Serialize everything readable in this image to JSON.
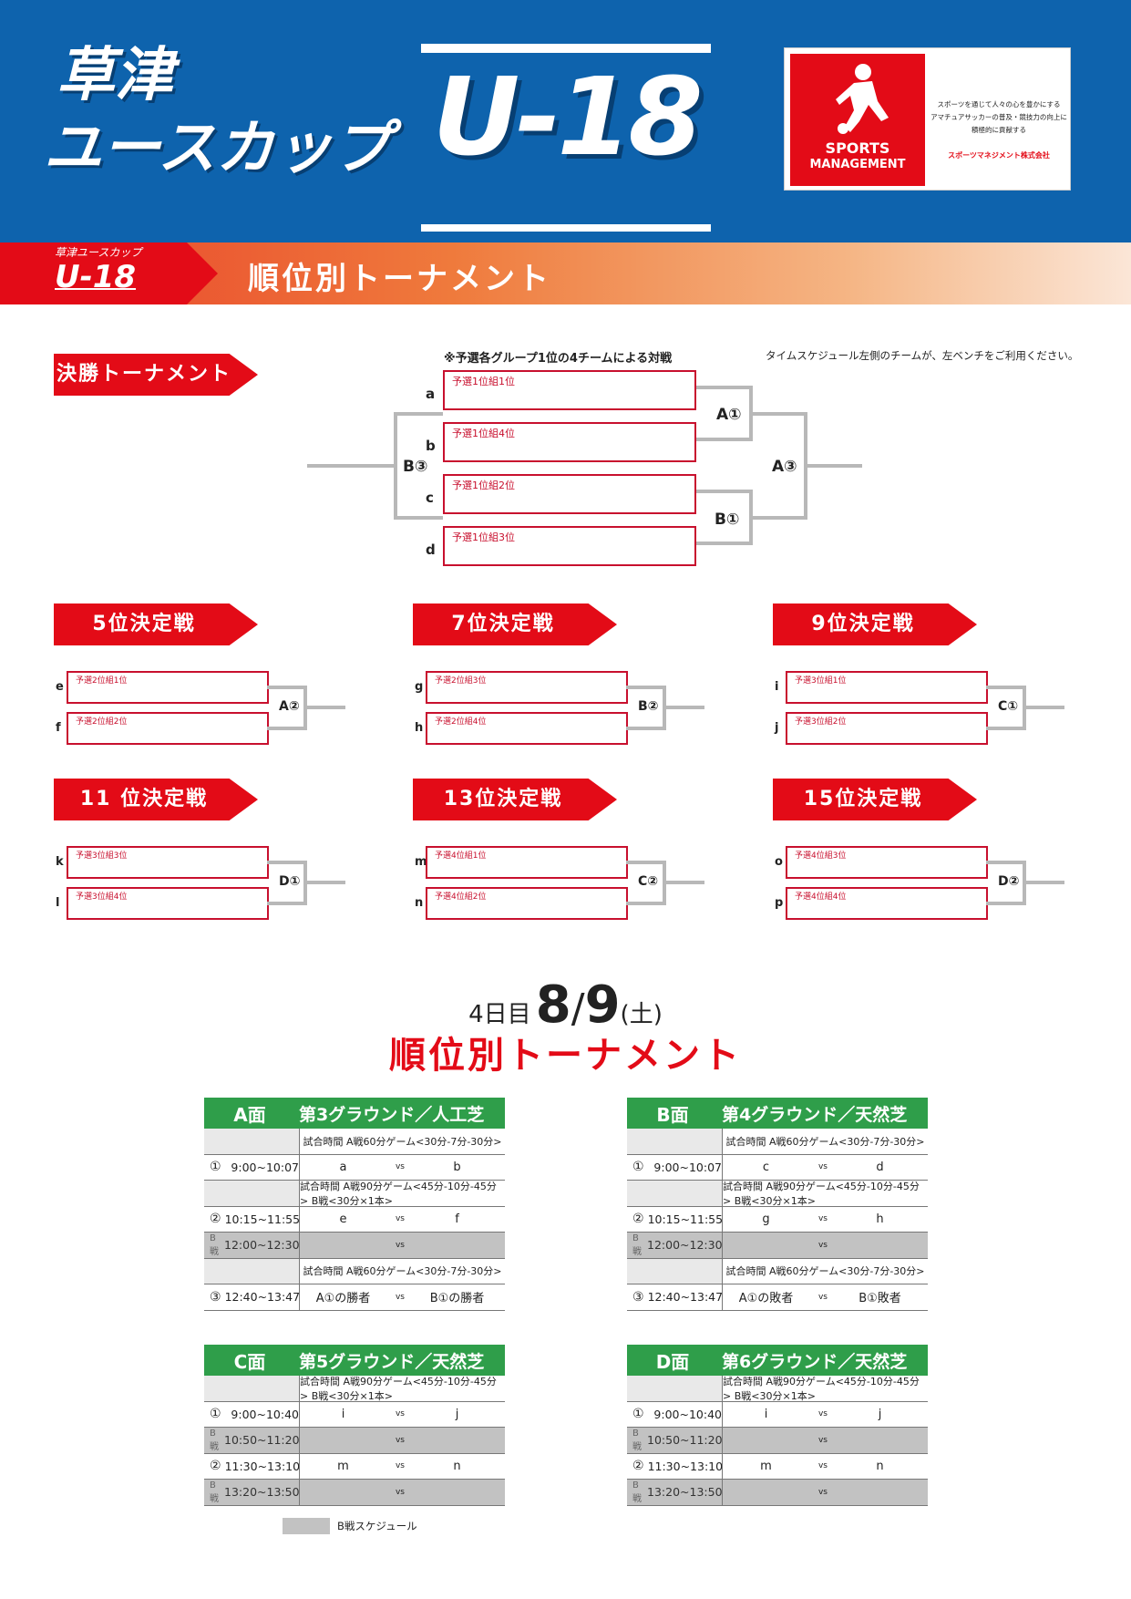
{
  "header": {
    "title_line1": "草津",
    "title_line2": "ユースカップ",
    "u18": "U-18",
    "sponsor": {
      "logo_word1": "SPORTS",
      "logo_word2": "MANAGEMENT",
      "desc_line1": "スポーツを通じて人々の心を豊かにする",
      "desc_line2": "アマチュアサッカーの普及・競技力の向上に",
      "desc_line3": "積極的に貢献する",
      "company": "スポーツマネジメント株式会社"
    }
  },
  "band": {
    "small": "草津ユースカップ",
    "big": "U-18",
    "heading": "順位別トーナメント"
  },
  "final": {
    "tag": "決勝トーナメント",
    "note1": "※予選各グループ1位の4チームによる対戦",
    "note2": "タイムスケジュール左側のチームが、左ベンチをご利用ください。",
    "teams": [
      {
        "letter": "a",
        "label": "予選1位組1位"
      },
      {
        "letter": "b",
        "label": "予選1位組4位"
      },
      {
        "letter": "c",
        "label": "予選1位組2位"
      },
      {
        "letter": "d",
        "label": "予選1位組3位"
      }
    ],
    "codes": {
      "ab": "A①",
      "cd": "B①",
      "final": "A③",
      "third": "B③"
    }
  },
  "playoffs": [
    {
      "tag": "5位決定戦",
      "code": "A②",
      "teams": [
        {
          "letter": "e",
          "label": "予選2位組1位"
        },
        {
          "letter": "f",
          "label": "予選2位組2位"
        }
      ]
    },
    {
      "tag": "7位決定戦",
      "code": "B②",
      "teams": [
        {
          "letter": "g",
          "label": "予選2位組3位"
        },
        {
          "letter": "h",
          "label": "予選2位組4位"
        }
      ]
    },
    {
      "tag": "9位決定戦",
      "code": "C①",
      "teams": [
        {
          "letter": "i",
          "label": "予選3位組1位"
        },
        {
          "letter": "j",
          "label": "予選3位組2位"
        }
      ]
    },
    {
      "tag": "11 位決定戦",
      "code": "D①",
      "teams": [
        {
          "letter": "k",
          "label": "予選3位組3位"
        },
        {
          "letter": "l",
          "label": "予選3位組4位"
        }
      ]
    },
    {
      "tag": "13位決定戦",
      "code": "C②",
      "teams": [
        {
          "letter": "m",
          "label": "予選4位組1位"
        },
        {
          "letter": "n",
          "label": "予選4位組2位"
        }
      ]
    },
    {
      "tag": "15位決定戦",
      "code": "D②",
      "teams": [
        {
          "letter": "o",
          "label": "予選4位組3位"
        },
        {
          "letter": "p",
          "label": "予選4位組4位"
        }
      ]
    }
  ],
  "day": {
    "prefix": "4日目",
    "month": "8",
    "slash": "/",
    "date": "9",
    "weekday": "(土)",
    "subtitle": "順位別トーナメント"
  },
  "fields": [
    {
      "name": "A面",
      "ground": "第3グラウンド／人工芝",
      "rows": [
        {
          "kind": "info",
          "text": "試合時間 A戦60分ゲーム<30分-7分-30分>"
        },
        {
          "kind": "match",
          "num": "①",
          "time": "9:00~10:07",
          "t1": "a",
          "vs": "vs",
          "t2": "b"
        },
        {
          "kind": "info",
          "text": "試合時間 A戦90分ゲーム<45分-10分-45分> B戦<30分×1本>"
        },
        {
          "kind": "match",
          "num": "②",
          "time": "10:15~11:55",
          "t1": "e",
          "vs": "vs",
          "t2": "f"
        },
        {
          "kind": "b",
          "num": "B戦",
          "time": "12:00~12:30",
          "t1": "",
          "vs": "vs",
          "t2": ""
        },
        {
          "kind": "info",
          "text": "試合時間 A戦60分ゲーム<30分-7分-30分>"
        },
        {
          "kind": "match",
          "num": "③",
          "time": "12:40~13:47",
          "t1": "A①の勝者",
          "vs": "vs",
          "t2": "B①の勝者"
        }
      ]
    },
    {
      "name": "B面",
      "ground": "第4グラウンド／天然芝",
      "rows": [
        {
          "kind": "info",
          "text": "試合時間 A戦60分ゲーム<30分-7分-30分>"
        },
        {
          "kind": "match",
          "num": "①",
          "time": "9:00~10:07",
          "t1": "c",
          "vs": "vs",
          "t2": "d"
        },
        {
          "kind": "info",
          "text": "試合時間 A戦90分ゲーム<45分-10分-45分> B戦<30分×1本>"
        },
        {
          "kind": "match",
          "num": "②",
          "time": "10:15~11:55",
          "t1": "g",
          "vs": "vs",
          "t2": "h"
        },
        {
          "kind": "b",
          "num": "B戦",
          "time": "12:00~12:30",
          "t1": "",
          "vs": "vs",
          "t2": ""
        },
        {
          "kind": "info",
          "text": "試合時間 A戦60分ゲーム<30分-7分-30分>"
        },
        {
          "kind": "match",
          "num": "③",
          "time": "12:40~13:47",
          "t1": "A①の敗者",
          "vs": "vs",
          "t2": "B①敗者"
        }
      ]
    },
    {
      "name": "C面",
      "ground": "第5グラウンド／天然芝",
      "rows": [
        {
          "kind": "info",
          "text": "試合時間 A戦90分ゲーム<45分-10分-45分> B戦<30分×1本>"
        },
        {
          "kind": "match",
          "num": "①",
          "time": "9:00~10:40",
          "t1": "i",
          "vs": "vs",
          "t2": "j"
        },
        {
          "kind": "b",
          "num": "B戦",
          "time": "10:50~11:20",
          "t1": "",
          "vs": "vs",
          "t2": ""
        },
        {
          "kind": "match",
          "num": "②",
          "time": "11:30~13:10",
          "t1": "m",
          "vs": "vs",
          "t2": "n"
        },
        {
          "kind": "b",
          "num": "B戦",
          "time": "13:20~13:50",
          "t1": "",
          "vs": "vs",
          "t2": ""
        }
      ]
    },
    {
      "name": "D面",
      "ground": "第6グラウンド／天然芝",
      "rows": [
        {
          "kind": "info",
          "text": "試合時間 A戦90分ゲーム<45分-10分-45分> B戦<30分×1本>"
        },
        {
          "kind": "match",
          "num": "①",
          "time": "9:00~10:40",
          "t1": "i",
          "vs": "vs",
          "t2": "j"
        },
        {
          "kind": "b",
          "num": "B戦",
          "time": "10:50~11:20",
          "t1": "",
          "vs": "vs",
          "t2": ""
        },
        {
          "kind": "match",
          "num": "②",
          "time": "11:30~13:10",
          "t1": "m",
          "vs": "vs",
          "t2": "n"
        },
        {
          "kind": "b",
          "num": "B戦",
          "time": "13:20~13:50",
          "t1": "",
          "vs": "vs",
          "t2": ""
        }
      ]
    }
  ],
  "legend": {
    "label": "B戦スケジュール"
  },
  "colors": {
    "header_blue": "#0e63ad",
    "red": "#e30b17",
    "table_green": "#2f9e4a",
    "b_row_gray": "#c2c2c2"
  }
}
